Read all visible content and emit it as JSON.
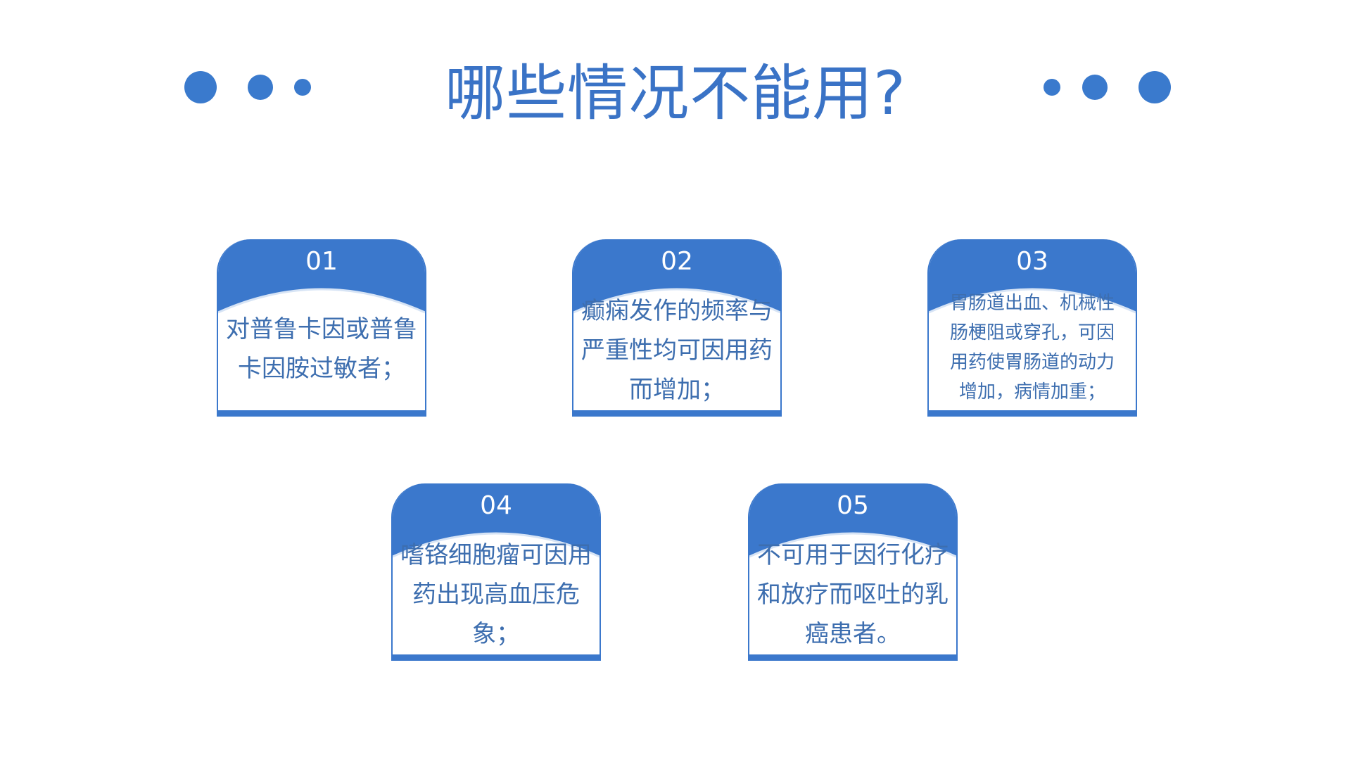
{
  "title": "哪些情况不能用?",
  "colors": {
    "accent": "#3b78cc",
    "title": "#3a73c6",
    "body_text": "#3d6eaf"
  },
  "cards": [
    {
      "number": "01",
      "text": "对普鲁卡因或普鲁卡因胺过敏者；"
    },
    {
      "number": "02",
      "text": "癫痫发作的频率与严重性均可因用药而增加；"
    },
    {
      "number": "03",
      "text": "胃肠道出血、机械性肠梗阻或穿孔，可因用药使胃肠道的动力增加，病情加重；"
    },
    {
      "number": "04",
      "text": "嗜铬细胞瘤可因用药出现高血压危象；"
    },
    {
      "number": "05",
      "text": "不可用于因行化疗和放疗而呕吐的乳癌患者。"
    }
  ]
}
